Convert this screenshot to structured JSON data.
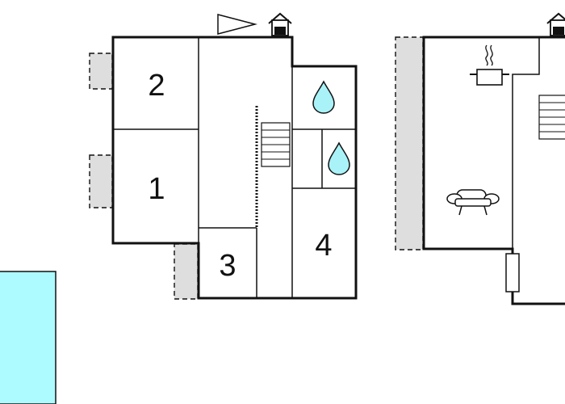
{
  "floor_plan": {
    "rooms": [
      {
        "number": "1"
      },
      {
        "number": "2"
      },
      {
        "number": "3"
      },
      {
        "number": "4"
      }
    ],
    "icons": {
      "north": "north-arrow-icon",
      "entrance": "entrance-house-icon",
      "bathroom": "water-drop-icon",
      "kitchen": "cooking-pot-icon",
      "living": "sofa-icon",
      "stairs": "stairs-icon"
    },
    "colors": {
      "wall": "#111111",
      "terrace": "#dedede",
      "pool": "#aefbff",
      "water_drop": "#a8f2f8"
    }
  }
}
